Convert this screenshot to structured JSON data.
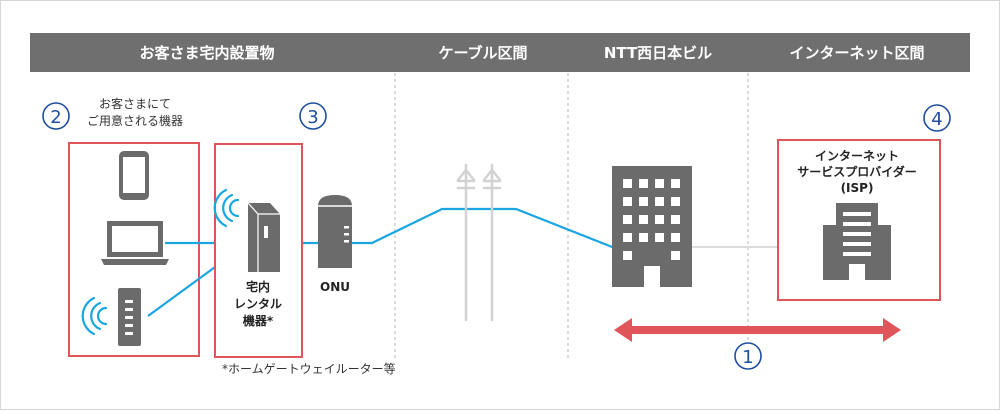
{
  "header": {
    "customer_premises": "お客さま宅内設置物",
    "cable_section": "ケーブル区間",
    "ntt_building": "NTT西日本ビル",
    "internet_section": "インターネット区間"
  },
  "markers": {
    "customer_devices": "2",
    "rental_equipment": "3",
    "isp": "4",
    "range": "1"
  },
  "customer_devices": {
    "label_line1": "お客さまにて",
    "label_line2": "ご用意される機器"
  },
  "rental": {
    "label_line1": "宅内",
    "label_line2": "レンタル",
    "label_line3": "機器*"
  },
  "onu_label": "ONU",
  "isp": {
    "label_line1": "インターネット",
    "label_line2": "サービスプロバイダー",
    "label_line3": "(ISP)"
  },
  "footnote": "*ホームゲートウェイルーター等",
  "colors": {
    "header_bg": "#6f6f6f",
    "accent_red": "#e0555a",
    "marker_blue": "#1f4fa0",
    "line_blue": "#1aa6e0",
    "icon_gray": "#6b6b6b"
  }
}
